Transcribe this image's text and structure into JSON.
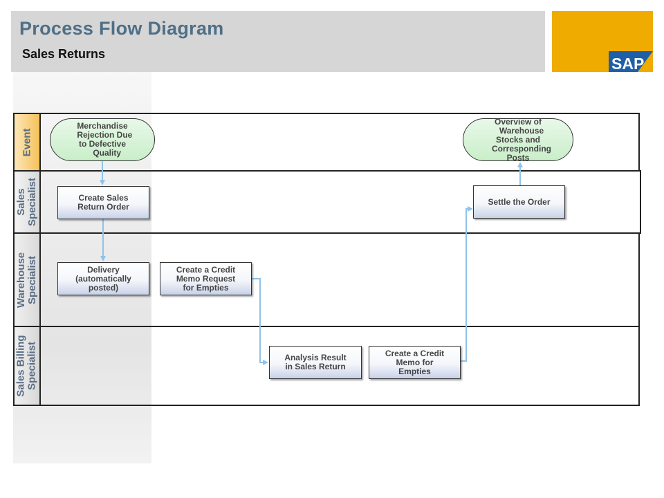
{
  "header": {
    "title": "Process Flow Diagram",
    "subtitle": "Sales Returns",
    "logo_text": "SAP"
  },
  "lanes": [
    {
      "label": "Event"
    },
    {
      "label": "Sales\nSpecialist"
    },
    {
      "label": "Warehouse\nSpecialist"
    },
    {
      "label": "Sales Billing\nSpecialist"
    }
  ],
  "nodes": {
    "merchandise_rejection": "Merchandise\n  Rejection Due\nto Defective\n    Quality",
    "overview_stocks": "Overview of\n   Warehouse\nStocks and\n   Corresponding\nPosts",
    "create_sales_return_order": "Create Sales\nReturn Order",
    "settle_order": "Settle the Order",
    "delivery": "Delivery\n(automatically\nposted)",
    "credit_memo_request": "Create a Credit\nMemo Request\nfor Empties",
    "analysis_result": "Analysis Result\nin Sales Return",
    "credit_memo_empties": "Create a Credit\nMemo for\nEmpties"
  },
  "colors": {
    "header_bg": "#d6d6d6",
    "title": "#4f6f87",
    "logo_yellow": "#f0ab00",
    "logo_blue": "#1f5fa8",
    "arrow": "#8fc3ea",
    "event_green": "#c9eec9"
  }
}
